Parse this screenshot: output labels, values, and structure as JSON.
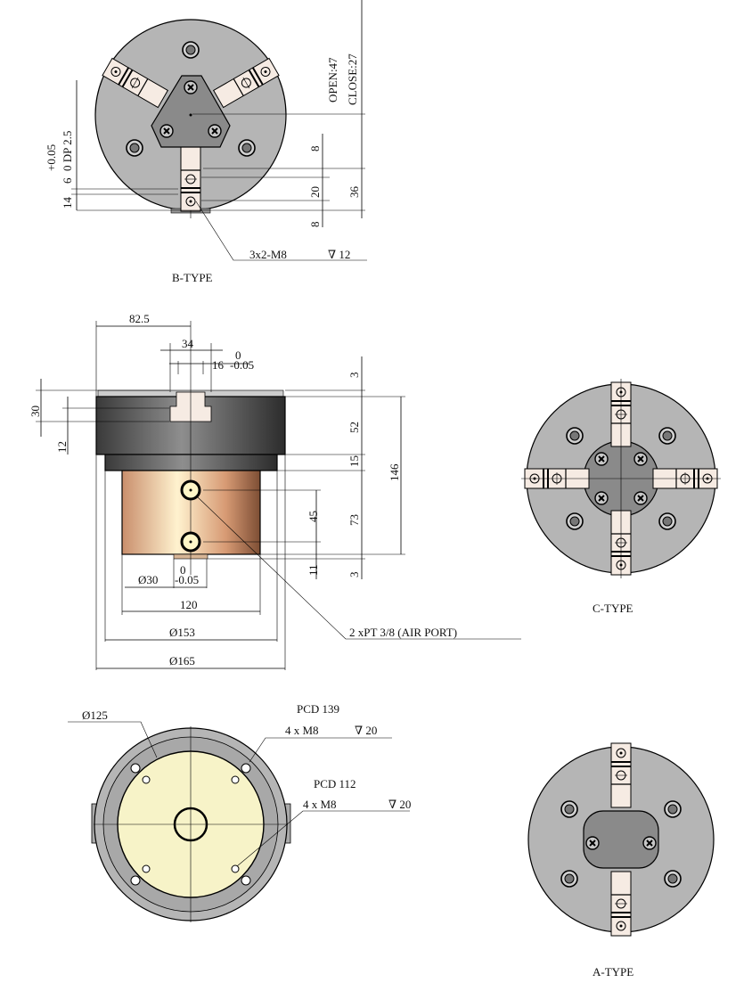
{
  "b_type": {
    "label": "B-TYPE",
    "open": "OPEN:47",
    "close": "CLOSE:27",
    "tol_plus": "+0.05",
    "tol_dp": "0 DP 2.5",
    "dim_6": "6",
    "dim_14": "14",
    "dim_8_top": "8",
    "dim_20": "20",
    "dim_8_bottom": "8",
    "dim_36": "36",
    "thread": "3x2-M8",
    "depth": "∇ 12"
  },
  "side_view": {
    "dim_82_5": "82.5",
    "dim_34": "34",
    "dim_16": "16",
    "tol_upper": "0",
    "tol_lower": "-0.05",
    "dim_30": "30",
    "dim_12": "12",
    "dim_3_top": "3",
    "dim_52": "52",
    "dim_15": "15",
    "dim_146": "146",
    "dim_73": "73",
    "dim_45": "45",
    "dim_11": "11",
    "dim_3_bottom": "3",
    "dia_30": "Ø30",
    "dia_30_tol_upper": "0",
    "dia_30_tol_lower": "-0.05",
    "dim_120": "120",
    "dia_153": "Ø153",
    "dia_165": "Ø165",
    "air_port": "2 xPT 3/8 (AIR PORT)"
  },
  "c_type": {
    "label": "C-TYPE"
  },
  "bottom_view": {
    "dia_125": "Ø125",
    "pcd_139": "PCD 139",
    "thread_139": "4 x M8",
    "depth_139": "∇ 20",
    "pcd_112": "PCD 112",
    "thread_112": "4 x M8",
    "depth_112": "∇ 20"
  },
  "a_type": {
    "label": "A-TYPE"
  },
  "colors": {
    "body_gray": "#b4b4b4",
    "center_gray": "#8a8a8a",
    "jaw": "#f6ebe3",
    "copper": "#d9a07c",
    "cream": "#f7f3c8"
  }
}
